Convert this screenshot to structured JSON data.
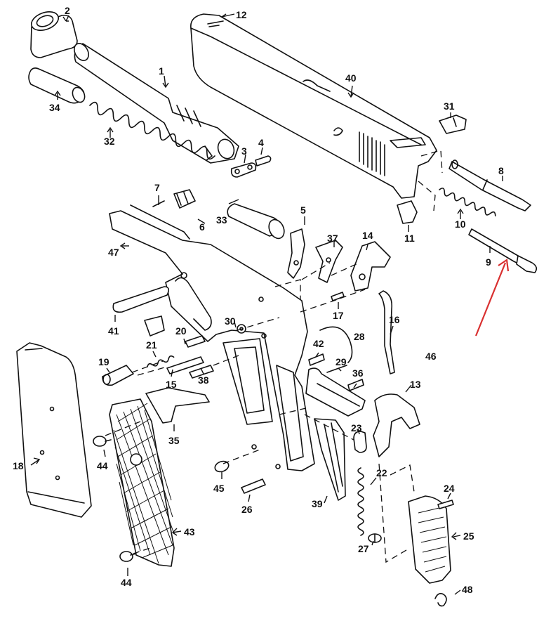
{
  "diagram": {
    "parts": [
      {
        "number": "1"
      },
      {
        "number": "2"
      },
      {
        "number": "3"
      },
      {
        "number": "4"
      },
      {
        "number": "5"
      },
      {
        "number": "6"
      },
      {
        "number": "7"
      },
      {
        "number": "8"
      },
      {
        "number": "9"
      },
      {
        "number": "10"
      },
      {
        "number": "11"
      },
      {
        "number": "12"
      },
      {
        "number": "13"
      },
      {
        "number": "14"
      },
      {
        "number": "15"
      },
      {
        "number": "16"
      },
      {
        "number": "17"
      },
      {
        "number": "18"
      },
      {
        "number": "19"
      },
      {
        "number": "20"
      },
      {
        "number": "21"
      },
      {
        "number": "22"
      },
      {
        "number": "23"
      },
      {
        "number": "24"
      },
      {
        "number": "25"
      },
      {
        "number": "26"
      },
      {
        "number": "27"
      },
      {
        "number": "28"
      },
      {
        "number": "29"
      },
      {
        "number": "30"
      },
      {
        "number": "31"
      },
      {
        "number": "32"
      },
      {
        "number": "33"
      },
      {
        "number": "34"
      },
      {
        "number": "35"
      },
      {
        "number": "36"
      },
      {
        "number": "37"
      },
      {
        "number": "38"
      },
      {
        "number": "39"
      },
      {
        "number": "40"
      },
      {
        "number": "41"
      },
      {
        "number": "42"
      },
      {
        "number": "43"
      },
      {
        "number": "44"
      },
      {
        "number": "44"
      },
      {
        "number": "45"
      },
      {
        "number": "46"
      },
      {
        "number": "47"
      },
      {
        "number": "48"
      }
    ],
    "highlight": {
      "target_part": "9",
      "color": "#d93030"
    },
    "colors": {
      "ink": "#111111",
      "background": "#ffffff"
    }
  }
}
